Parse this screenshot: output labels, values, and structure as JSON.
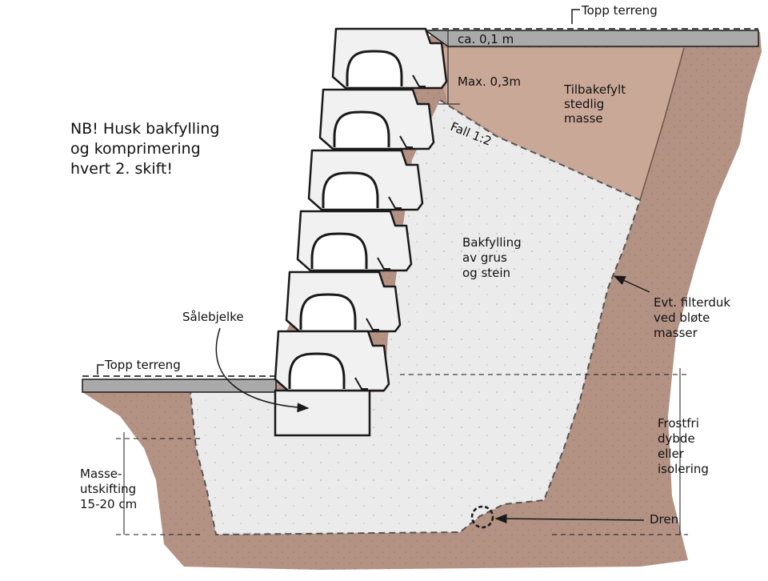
{
  "labels": {
    "topp_terreng_upper": "Topp terreng",
    "topp_terreng_lower": "Topp terreng",
    "ca_01m": "ca. 0,1 m",
    "max_03m": "Max. 0,3m",
    "tilbakefylt": [
      "Tilbakefylt",
      "stedlig",
      "masse"
    ],
    "fall": "Fall 1:2",
    "nb_note": [
      "NB! Husk bakfylling",
      "og komprimering",
      "hvert 2. skift!"
    ],
    "bakfylling": [
      "Bakfylling",
      "av grus",
      "og stein"
    ],
    "filterduk": [
      "Evt. filterduk",
      "ved bløte",
      "masser"
    ],
    "salebjelke": "Sålebjelke",
    "frostfri": [
      "Frostfri",
      "dybde",
      "eller",
      "isolering"
    ],
    "masseutskifting": [
      "Masse-",
      "utskifting",
      "15-20 cm"
    ],
    "dren": "Dren"
  },
  "colors": {
    "soil": "#b39284",
    "soil_light": "#c9aa9a",
    "gravel": "#ebebeb",
    "block": "#f1f1f1",
    "stroke": "#1a1a1a",
    "terrain": "#aaaaaa"
  }
}
